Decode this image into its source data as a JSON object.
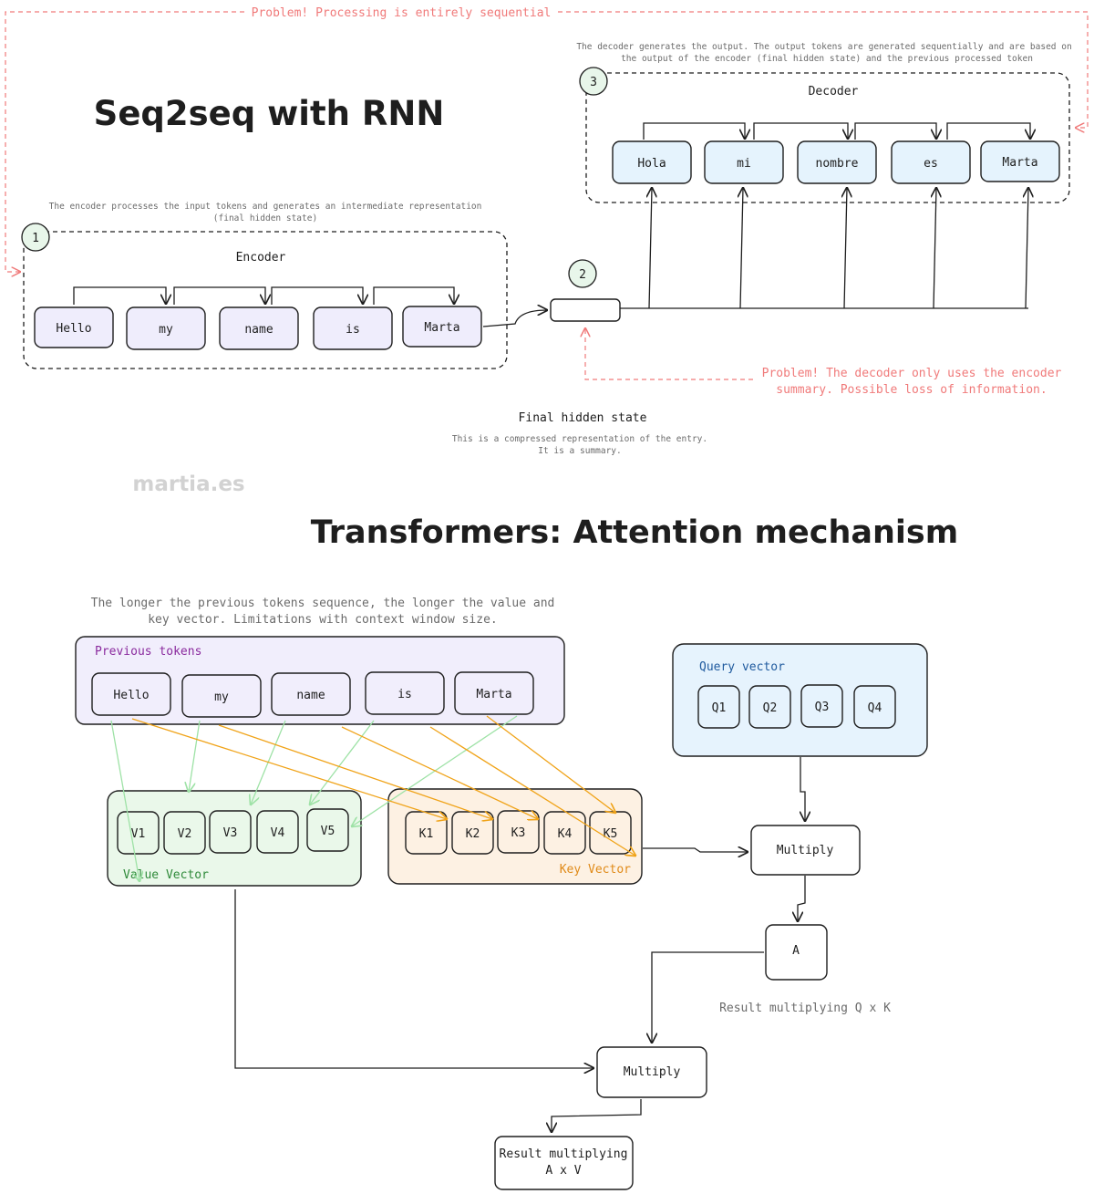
{
  "seq2seq": {
    "title": "Seq2seq with RNN",
    "problem_top": "Problem! Processing is entirely sequential",
    "encoder": {
      "step": "1",
      "label": "Encoder",
      "description": "The encoder processes the input tokens and generates an intermediate representation",
      "description_2": "(final hidden state)",
      "tokens": [
        "Hello",
        "my",
        "name",
        "is",
        "Marta"
      ]
    },
    "hidden": {
      "step": "2",
      "label": "Final hidden state",
      "description": "This is a compressed representation of the entry.",
      "description_2": "It is a summary.",
      "problem_1": "Problem! The decoder only uses the encoder",
      "problem_2": "summary. Possible loss of information."
    },
    "decoder": {
      "step": "3",
      "label": "Decoder",
      "description": "The decoder generates the output. The output tokens are generated sequentially and are based on",
      "description_2": "the output of the encoder (final hidden state) and the previous processed token",
      "tokens": [
        "Hola",
        "mi",
        "nombre",
        "es",
        "Marta"
      ]
    }
  },
  "watermark": "martia.es",
  "transformers": {
    "title": "Transformers: Attention mechanism",
    "note_1": "The longer the previous tokens sequence, the longer the value and",
    "note_2": "key vector. Limitations with context window size.",
    "previous_tokens": {
      "label": "Previous tokens",
      "tokens": [
        "Hello",
        "my",
        "name",
        "is",
        "Marta"
      ]
    },
    "query": {
      "label": "Query vector",
      "items": [
        "Q1",
        "Q2",
        "Q3",
        "Q4"
      ]
    },
    "value": {
      "label": "Value Vector",
      "items": [
        "V1",
        "V2",
        "V3",
        "V4",
        "V5"
      ]
    },
    "key": {
      "label": "Key Vector",
      "items": [
        "K1",
        "K2",
        "K3",
        "K4",
        "K5"
      ]
    },
    "multiply_qk": "Multiply",
    "a_box": "A",
    "result_qk": "Result multiplying Q x K",
    "multiply_av": "Multiply",
    "result_av_1": "Result multiplying",
    "result_av_2": "A x V"
  },
  "colors": {
    "ink": "#1e1e1e",
    "encoder_fill": "#efedfc",
    "decoder_fill": "#e5f3fd",
    "step_fill": "#e8f6ea",
    "problem": "#f07a7a",
    "prev_fill": "#f1eefc",
    "prev_text": "#8a2a9e",
    "query_fill": "#e6f3fd",
    "query_text": "#1f5a9e",
    "value_fill": "#eaf8ea",
    "value_text": "#2f8a3a",
    "key_fill": "#fdf1e3",
    "key_text": "#e08a18",
    "green_arrow": "#9ee2a6",
    "orange_arrow": "#f0a318",
    "grey_text": "#6b6b6b"
  }
}
